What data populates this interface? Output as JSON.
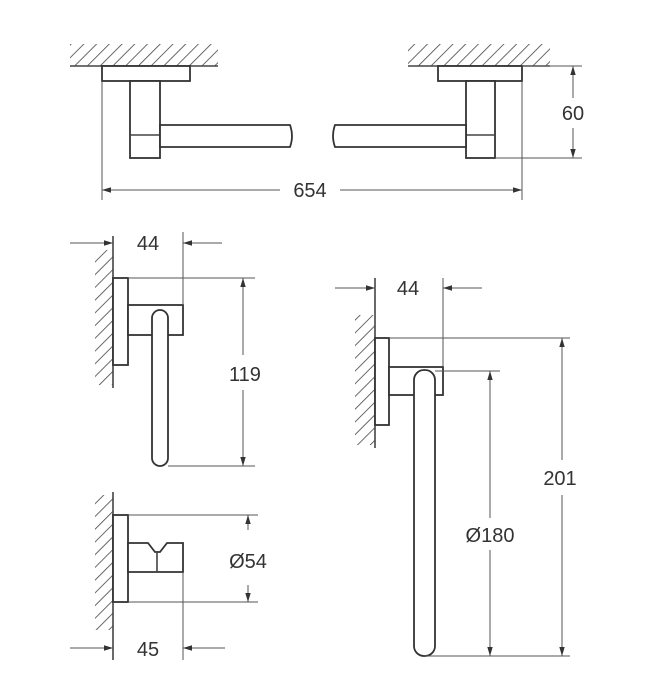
{
  "dimensions": {
    "towel_rail_length": "654",
    "towel_rail_depth": "60",
    "roll_holder_depth": "44",
    "roll_holder_height": "119",
    "hook_diameter": "Ø54",
    "hook_depth": "45",
    "ring_depth": "44",
    "ring_height": "201",
    "ring_diameter": "Ø180"
  },
  "colors": {
    "line": "#444444",
    "background": "#ffffff"
  }
}
